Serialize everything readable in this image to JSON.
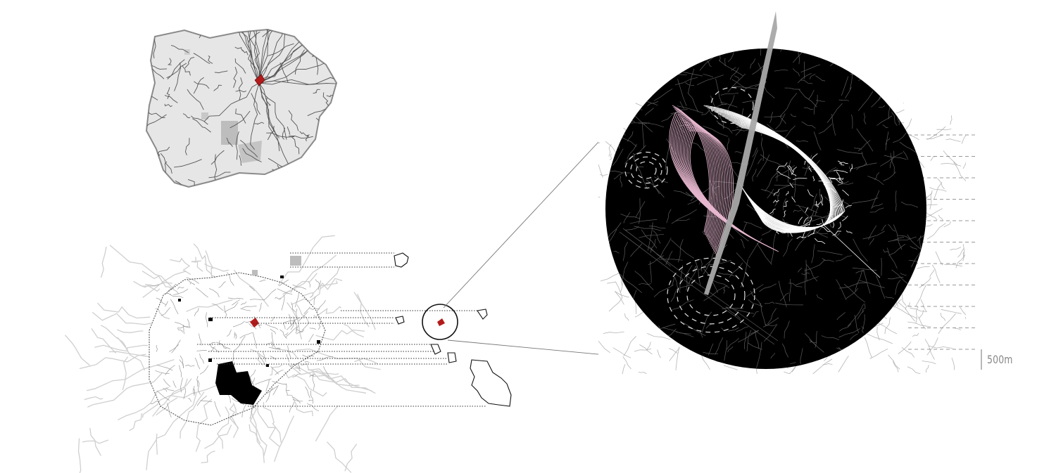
{
  "scale_bar": {
    "label": "500m"
  },
  "colors": {
    "site": "#b31b1b",
    "region_fill": "#e6e6e6",
    "region_outline": "#8a8a8a",
    "block_fill": "#000000",
    "street_light": "#cfcfcf",
    "contour_pink": "#e7b7cf",
    "contour_white": "#ffffff",
    "leader_line": "#777777"
  },
  "icons": [
    "region-overview-map",
    "territory-network-map",
    "site-zoom-circle",
    "red-site-marker"
  ]
}
